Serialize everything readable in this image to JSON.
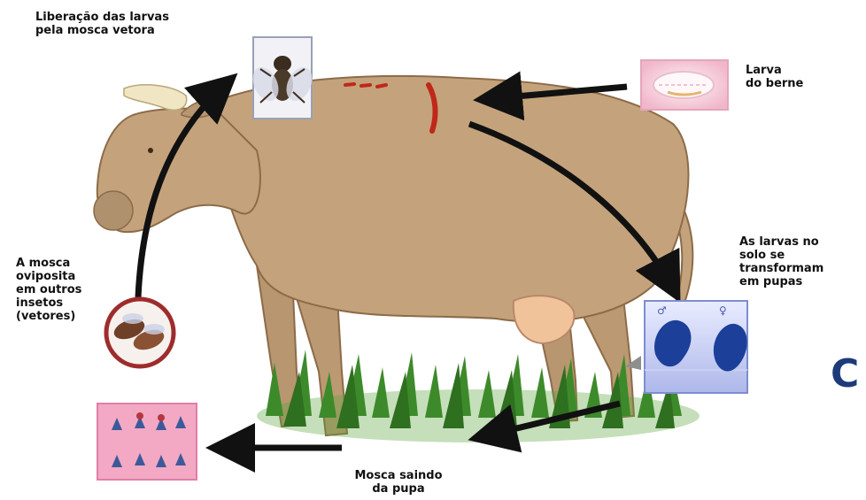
{
  "labels": {
    "fly_release": [
      "Liberação das larvas",
      "pela mosca vetora"
    ],
    "larva": [
      "Larva",
      "do berne"
    ],
    "pupae": [
      "As larvas no",
      "solo se",
      "transformam",
      "em pupas"
    ],
    "oviposit": [
      "A mosca",
      "oviposita",
      "em outros",
      "insetos",
      "(vetores)"
    ],
    "emerging": [
      "Mosca saindo",
      "da pupa"
    ]
  },
  "cut_text": "C",
  "pupa_symbols": [
    "♂",
    "♀"
  ],
  "colors": {
    "cow_body": "#c4a37c",
    "cow_outline": "#8c6b48",
    "grass": "#3d8a2a",
    "arrow": "#111111",
    "wound": "#c0281a",
    "pupa": "#1c3f9a",
    "accent_text": "#1d3a7a"
  },
  "icons": {
    "fly": "fly-icon",
    "larva": "larva-icon",
    "pupae": "pupae-icon",
    "vector_insects": "vector-insects-icon",
    "emerging_flies": "emerging-flies-icon"
  }
}
